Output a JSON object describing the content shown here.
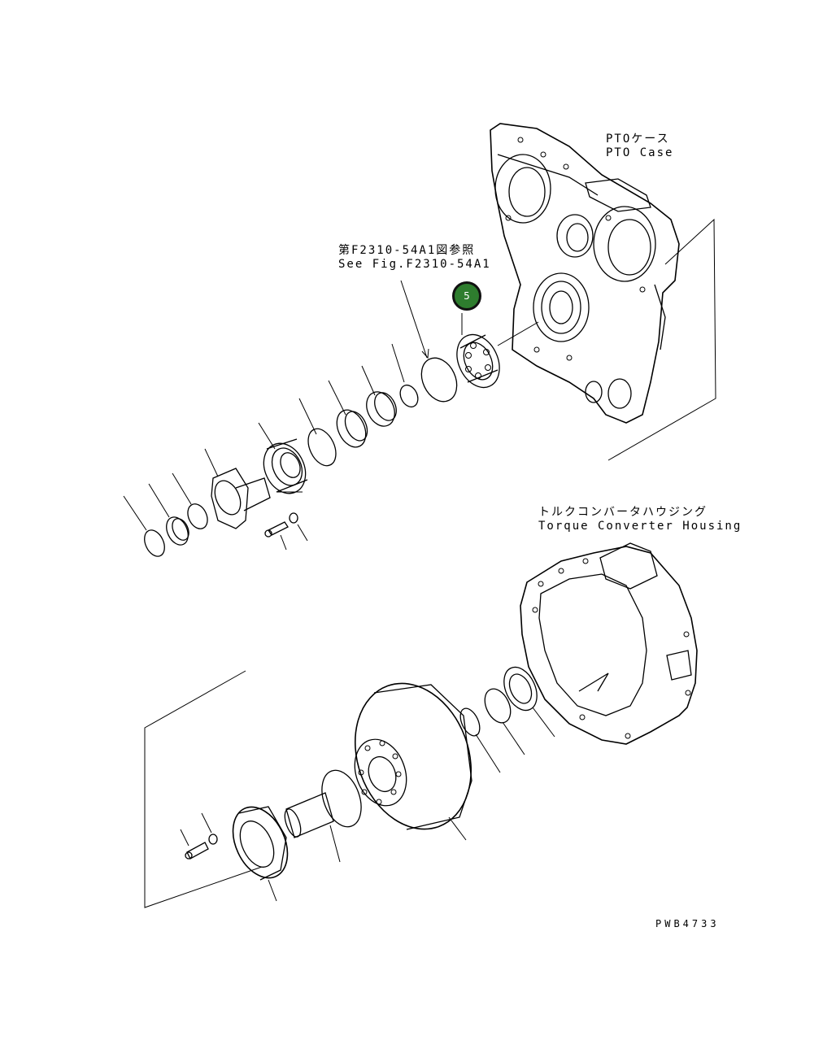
{
  "labels": {
    "pto_case_jp": "PTOケース",
    "pto_case_en": "PTO Case",
    "see_fig_jp": "第F2310-54A1図参照",
    "see_fig_en": "See Fig.F2310-54A1",
    "torque_converter_jp": "トルクコンバータハウジング",
    "torque_converter_en": "Torque Converter Housing",
    "drawing_number": "PWB4733"
  },
  "callouts": [
    {
      "number": "5",
      "color": "#2e7d2e"
    }
  ],
  "colors": {
    "line": "#000000",
    "background": "#ffffff",
    "callout_fill": "#2e7d2e"
  }
}
